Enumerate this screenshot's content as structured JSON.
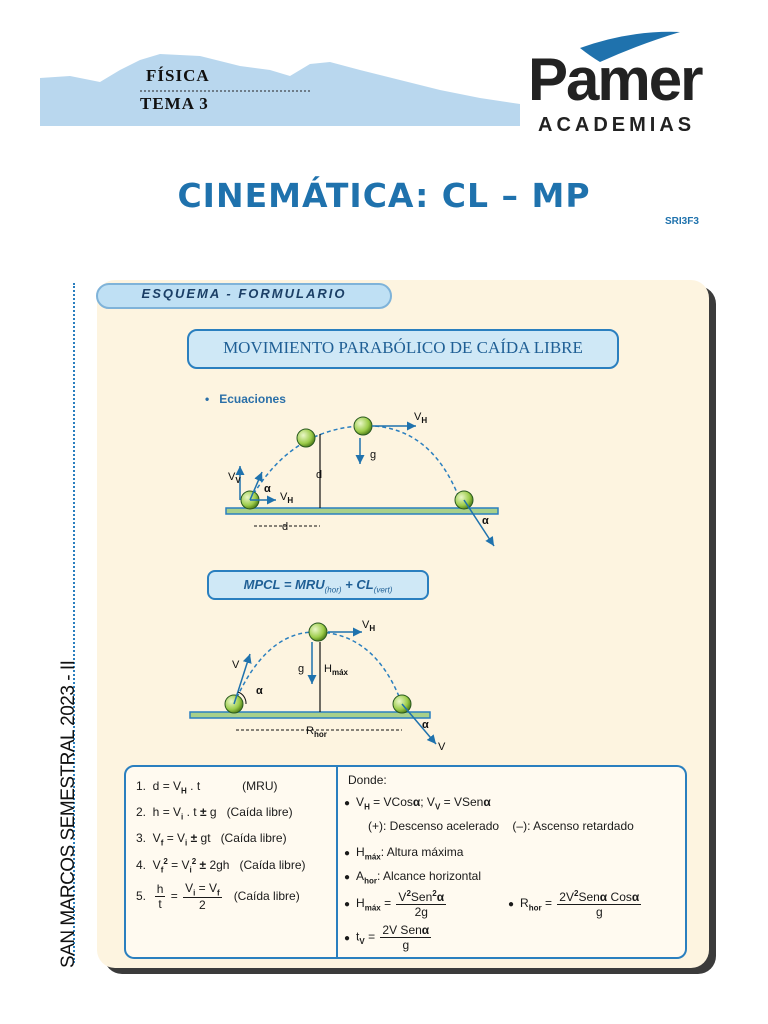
{
  "header": {
    "subject": "FÍSICA",
    "topic": "TEMA 3",
    "brand_name": "Pamer",
    "brand_sub": "ACADEMIAS",
    "title": "CINEMÁTICA: CL – MP",
    "code": "SRI3F3"
  },
  "side_text": "SAN MARCOS SEMESTRAL 2023 - II",
  "panel": {
    "scheme_label": "ESQUEMA - FORMULARIO",
    "section_title": "MOVIMIENTO PARABÓLICO DE CAÍDA LIBRE",
    "equations_label": "Ecuaciones",
    "mpcl_main": "MPCL = MRU",
    "mpcl_sub1": "(hor)",
    "mpcl_mid": " + CL",
    "mpcl_sub2": "(vert)"
  },
  "diagram1": {
    "vh_top": "V",
    "vh_top_sub": "H",
    "g": "g",
    "d_vert": "d",
    "vv": "V",
    "vv_sub": "V",
    "alpha": "α",
    "vh_low": "V",
    "vh_low_sub": "H",
    "d_horiz": "d",
    "alpha_right": "α"
  },
  "diagram2": {
    "vh": "V",
    "vh_sub": "H",
    "g": "g",
    "hmax": "H",
    "hmax_sub": "máx",
    "v_left": "V",
    "alpha_left": "α",
    "rhor": "R",
    "rhor_sub": "hor",
    "alpha_right": "α",
    "v_right": "V"
  },
  "formulas_left": {
    "f1_num": "1.",
    "f1_note": "(MRU)",
    "f2_num": "2.",
    "f2_note": "(Caída libre)",
    "f3_num": "3.",
    "f3_note": "(Caída libre)",
    "f4_num": "4.",
    "f4_note": "(Caída libre)",
    "f5_num": "5.",
    "f5_note": "(Caída libre)"
  },
  "formulas_right": {
    "donde": "Donde:",
    "signs_plus": "(+): Descenso acelerado",
    "signs_minus": "(–): Ascenso retardado",
    "hmax_desc": ": Altura máxima",
    "ahor_desc": ": Alcance horizontal"
  }
}
